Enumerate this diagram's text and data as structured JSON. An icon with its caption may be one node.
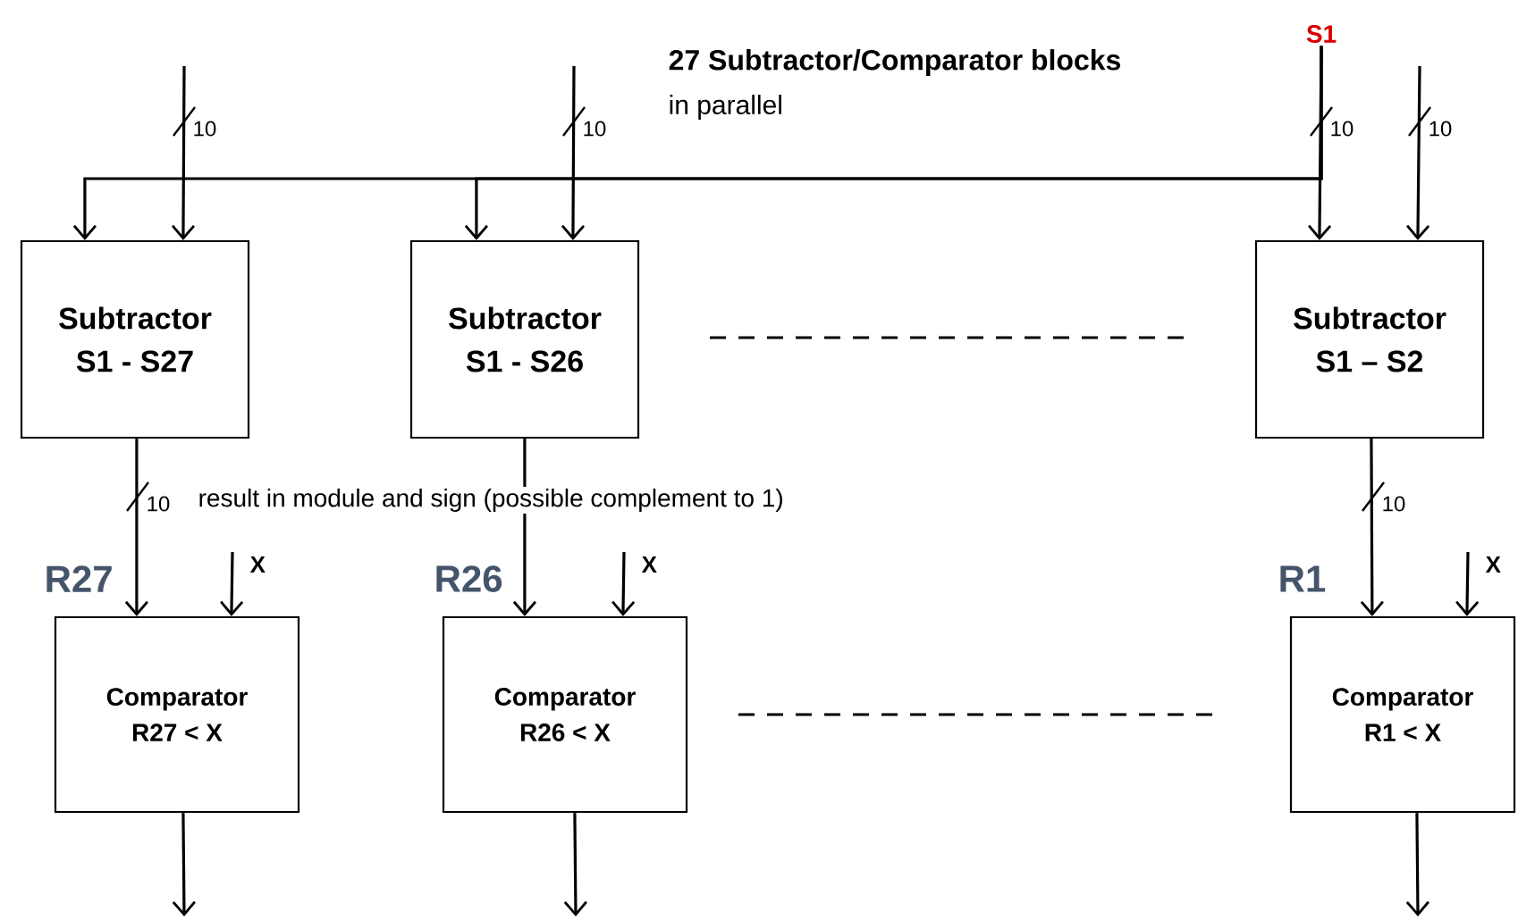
{
  "diagram": {
    "title": "27 Subtractor/Comparator blocks",
    "nodes": [
      {
        "text": [
          "S1"
        ]
      },
      {
        "text": [
          "Subtractor",
          "S1 - S27"
        ]
      },
      {
        "text": [
          "Subtractor",
          "S1 - S26"
        ]
      },
      {
        "text": [
          "Subtractor",
          "S1 – S2"
        ]
      },
      {
        "text": [
          "Comparator",
          "R27 < X"
        ]
      },
      {
        "text": [
          "Comparator",
          "R26 < X"
        ]
      },
      {
        "text": [
          "Comparator",
          "R1 < X"
        ]
      }
    ],
    "edges": [
      {
        "from": 0,
        "to": 1,
        "arrow": "to"
      },
      {
        "from": 0,
        "to": 2,
        "arrow": "to"
      },
      {
        "from": 0,
        "to": 3,
        "arrow": "to",
        "label": "10"
      },
      {
        "from": null,
        "to": 1,
        "arrow": "to",
        "label": "10"
      },
      {
        "from": null,
        "to": 2,
        "arrow": "to",
        "label": "10"
      },
      {
        "from": null,
        "to": 3,
        "arrow": "to",
        "label": "10"
      },
      {
        "from": 1,
        "to": 4,
        "arrow": "to",
        "label": "10"
      },
      {
        "from": 2,
        "to": 5,
        "arrow": "to",
        "label": "result in module and sign (possible complement to 1)"
      },
      {
        "from": 3,
        "to": 6,
        "arrow": "to",
        "label": "10"
      },
      {
        "from": null,
        "to": 4,
        "arrow": "to",
        "label": "X"
      },
      {
        "from": null,
        "to": 5,
        "arrow": "to",
        "label": "X"
      },
      {
        "from": null,
        "to": 6,
        "arrow": "to",
        "label": "X"
      },
      {
        "from": 4,
        "to": null,
        "arrow": "to"
      },
      {
        "from": 5,
        "to": null,
        "arrow": "to"
      },
      {
        "from": 6,
        "to": null,
        "arrow": "to"
      }
    ],
    "labels": [
      "in parallel",
      "R27",
      "R26",
      "R1"
    ]
  }
}
